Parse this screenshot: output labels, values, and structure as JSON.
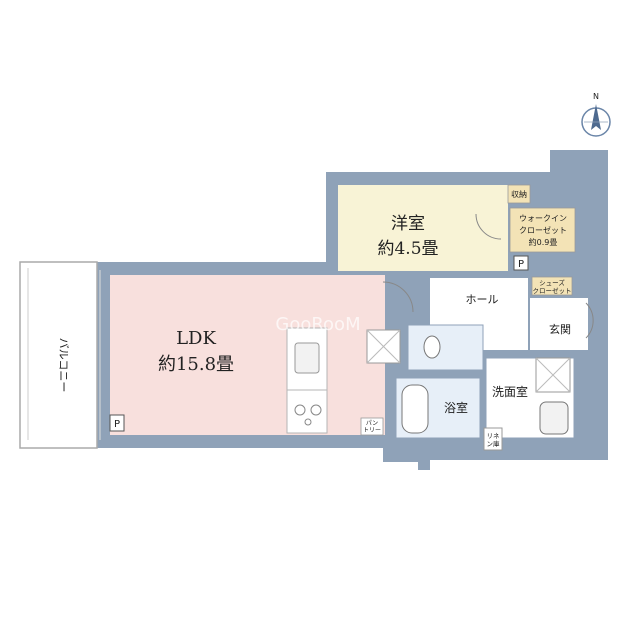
{
  "compass": {
    "north_label": "N"
  },
  "watermark": "GooRooM",
  "rooms": {
    "western_room": {
      "name": "洋室",
      "size": "約4.5畳"
    },
    "ldk": {
      "name": "LDK",
      "size": "約15.8畳"
    },
    "walk_in_closet": {
      "line1": "ウォークイン",
      "line2": "クローゼット",
      "size": "約0.9畳"
    },
    "storage": {
      "label": "収納"
    },
    "shoes_closet": {
      "line1": "シューズ",
      "line2": "クローゼット"
    },
    "hall": {
      "label": "ホール"
    },
    "entrance": {
      "label": "玄関"
    },
    "bath": {
      "label": "浴室"
    },
    "washroom": {
      "label": "洗面室"
    },
    "linen": {
      "line1": "リネ",
      "line2": "ン庫"
    },
    "pantry": {
      "line1": "パン",
      "line2": "トリー"
    },
    "balcony": {
      "label": "バルコニー"
    }
  },
  "markers": {
    "p_western": "P",
    "p_balcony": "P"
  },
  "colors": {
    "wall": "#8fa2b8",
    "ldk_fill": "#f8e0dd",
    "western_fill": "#f8f3d6",
    "closet_fill": "#f3e3b6",
    "wet_fill": "#e7eff8"
  }
}
